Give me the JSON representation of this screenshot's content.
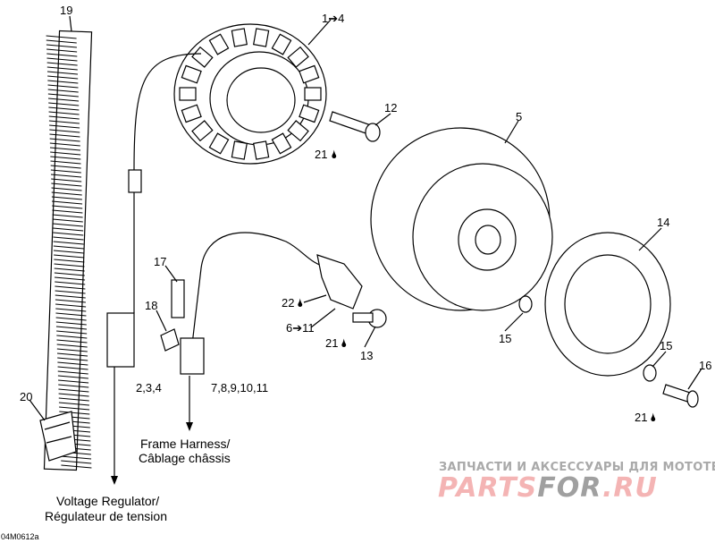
{
  "callouts": {
    "c19": "19",
    "c1_4": "1➔4",
    "c12": "12",
    "c21a": "21",
    "c5": "5",
    "c14": "14",
    "c17": "17",
    "c18": "18",
    "c22": "22",
    "c6_11": "6➔11",
    "c21b": "21",
    "c13": "13",
    "c15a": "15",
    "c15b": "15",
    "c16": "16",
    "c20": "20",
    "c2_4": "2,3,4",
    "c7_11": "7,8,9,10,11",
    "c21c": "21"
  },
  "captions": {
    "frame_harness_en": "Frame Harness/",
    "frame_harness_fr": "Câblage châssis",
    "voltage_regulator_en": "Voltage Regulator/",
    "voltage_regulator_fr": "Régulateur de tension"
  },
  "figure_code": "04M0612a",
  "watermark": {
    "tagline": "ЗАПЧАСТИ И АКСЕССУАРЫ ДЛЯ МОТОТЕХНИКИ",
    "brand_part1": "PARTS",
    "brand_part2": "FOR",
    "brand_part3": ".RU",
    "color_pink": "#f4b4b4",
    "color_gray": "#a0a0a0"
  }
}
